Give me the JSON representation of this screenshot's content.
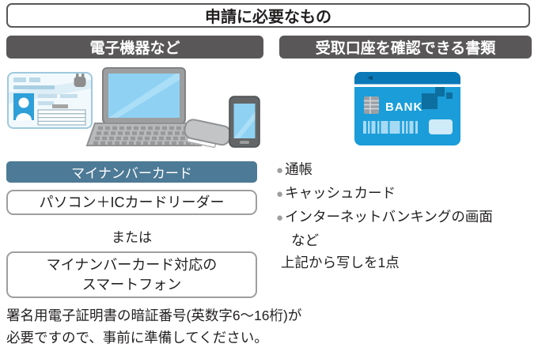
{
  "page": {
    "title": "申請に必要なもの"
  },
  "colors": {
    "header_bar": "#595757",
    "subheader_bar": "#4d7a96",
    "box_border": "#9e9e9f",
    "text": "#221f1f",
    "bullet": "#9e9e9f",
    "bank_card_blue": "#1b9dd9",
    "bank_card_stripe": "#0a79b8",
    "bank_logo_blue": "#0d6fa0",
    "device_screen_blue": "#8ed1f3"
  },
  "left": {
    "header": "電子機器など",
    "subheader": "マイナンバーカード",
    "option1": "パソコン＋ICカードリーダー",
    "or": "または",
    "option2_line1": "マイナンバーカード対応の",
    "option2_line2": "スマートフォン",
    "illustrations": [
      "my-number-card",
      "laptop",
      "ic-card-reader",
      "smartphone"
    ]
  },
  "right": {
    "header": "受取口座を確認できる書類",
    "bank_card_label": "BANK",
    "bullets": [
      "通帳",
      "キャッシュカード",
      "インターネットバンキングの画面"
    ],
    "bullets_suffix": "など",
    "note": "上記から写しを1点"
  },
  "footer": {
    "line1": "署名用電子証明書の暗証番号(英数字6～16桁)が",
    "line2": "必要ですので、事前に準備してください。"
  }
}
